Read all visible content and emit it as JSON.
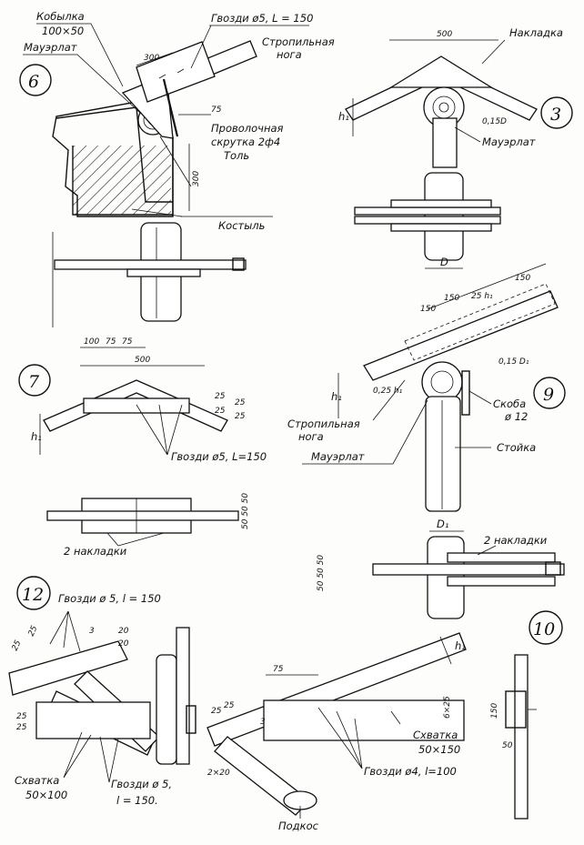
{
  "figures": [
    {
      "number": "6"
    },
    {
      "number": "3"
    },
    {
      "number": "7"
    },
    {
      "number": "9"
    },
    {
      "number": "12"
    },
    {
      "number": "10"
    }
  ],
  "fig6": {
    "kobylka": "Кобылка",
    "kobylka_size": "100×50",
    "nails": "Гвозди ø5, L = 150",
    "mauerlat": "Мауэрлат",
    "rafter_line1": "Стропильная",
    "rafter_line2": "нога",
    "dim_300_top": "300",
    "dim_75": "75",
    "wire_line1": "Проволочная",
    "wire_line2": "скрутка 2ф4",
    "tol": "Толь",
    "dim_300_side": "300",
    "kostyl": "Костыль"
  },
  "fig3": {
    "dim_500": "500",
    "nakladka": "Накладка",
    "h1": "h₁",
    "d015": "0,15D",
    "mauerlat": "Мауэрлат",
    "d": "D"
  },
  "fig7": {
    "dims": [
      "100",
      "75",
      "75"
    ],
    "dim_500": "500",
    "dim_25a": "25",
    "dim_25b": "25",
    "dim_25c": "25",
    "dim_25d": "25",
    "h1": "h₁",
    "nails": "Гвозди ø5, L=150",
    "side_dims": "50 50 50",
    "two_plates": "2 накладки"
  },
  "fig9": {
    "dim_150a": "150",
    "dim_25h": "25 h₁",
    "dim_150b": "150",
    "dim_150c": "150",
    "d015": "0,15 D₁",
    "h1": "h₁",
    "d025": "0,25 h₁",
    "rafter_line1": "Стропильная",
    "rafter_line2": "нога",
    "skoba_line1": "Скоба",
    "skoba_line2": "ø 12",
    "stoyka": "Стойка",
    "mauerlat": "Мауэрлат",
    "d1": "D₁",
    "two_plates": "2 накладки",
    "side_dims": "50 50 50"
  },
  "fig12": {
    "nails_top": "Гвозди ø 5, l = 150",
    "dim_25a": "25",
    "dim_25b": "25",
    "dim_3": "3",
    "dim_20a": "20",
    "dim_20b": "20",
    "dim_25c": "25",
    "dim_25d": "25",
    "skhvatka": "Схватка",
    "skhvatka_size": "50×100",
    "nails_line1": "Гвозди ø 5,",
    "nails_line2": "l = 150."
  },
  "fig10": {
    "dim_75": "75",
    "h1": "h₁",
    "dim_25a": "25",
    "dim_25b": "25",
    "dim_3": "3",
    "dim_6x25": "6×25",
    "dim_2x20": "2×20",
    "skhvatka": "Схватка",
    "skhvatka_size": "50×150",
    "nails": "Гвозди ø4, l=100",
    "podkos": "Подкос",
    "dim_150": "150",
    "dim_50": "50"
  }
}
